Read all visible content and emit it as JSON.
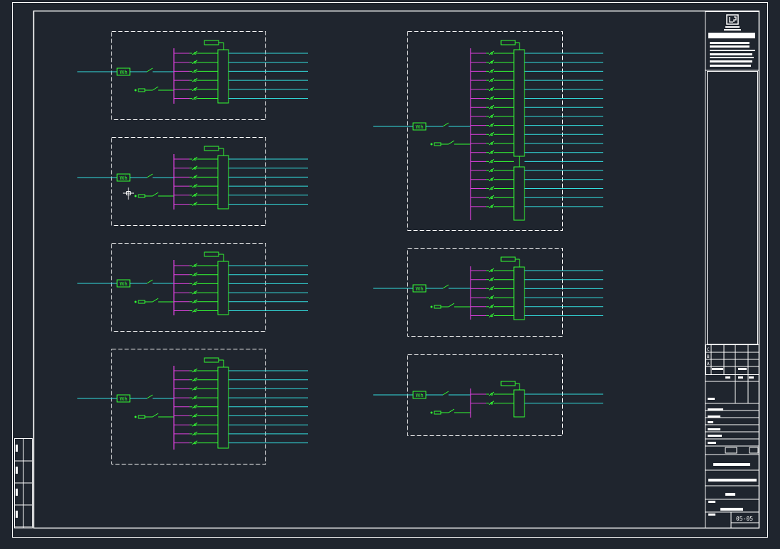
{
  "drawing": {
    "meter_label": "Wh",
    "colors": {
      "background": "#1f252e",
      "frame": "#ffffff",
      "feeder": "#33e0e0",
      "busbar": "#e040e0",
      "equipment": "#33ff33",
      "cursor": "#ffffff"
    },
    "panels": [
      {
        "id": "panel-1",
        "outgoing_circuits": 6
      },
      {
        "id": "panel-2",
        "outgoing_circuits": 6
      },
      {
        "id": "panel-3",
        "outgoing_circuits": 6
      },
      {
        "id": "panel-4",
        "outgoing_circuits": 9
      },
      {
        "id": "panel-5",
        "outgoing_circuits": 18
      },
      {
        "id": "panel-6",
        "outgoing_circuits": 6
      },
      {
        "id": "panel-7",
        "outgoing_circuits": 2
      }
    ]
  },
  "title_block": {
    "revision_rows": [
      "C",
      "B",
      "A"
    ],
    "sheet_number": "05-05"
  }
}
